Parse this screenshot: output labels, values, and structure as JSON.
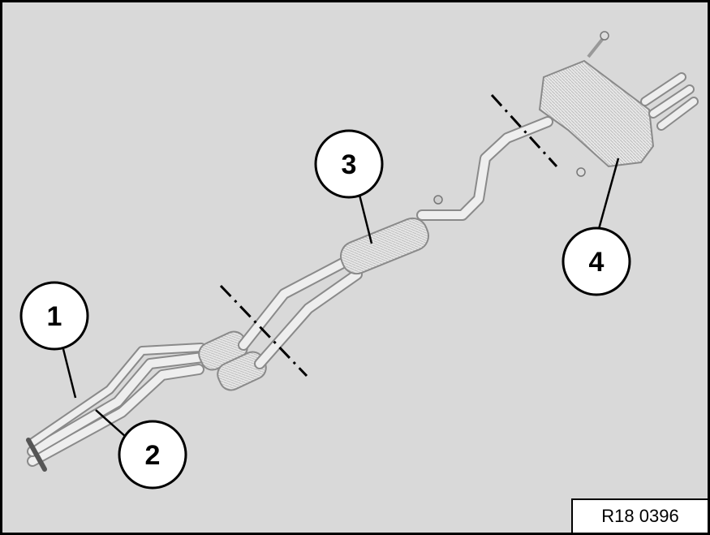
{
  "figure": {
    "callouts": [
      {
        "label": "1"
      },
      {
        "label": "2"
      },
      {
        "label": "3"
      },
      {
        "label": "4"
      }
    ],
    "reference_code": "R18 0396"
  },
  "colors": {
    "background": "#d9d9d9",
    "pipe_fill": "#e6e6e6",
    "pipe_edge": "#8a8a8a",
    "outline": "#000000"
  }
}
